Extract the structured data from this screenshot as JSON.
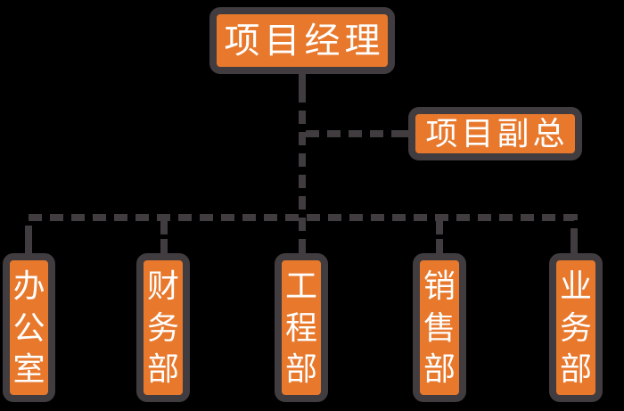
{
  "org_chart": {
    "type": "org-chart",
    "root": {
      "label": "项目经理"
    },
    "staff": {
      "label": "项目副总"
    },
    "departments": [
      {
        "label": "办公室"
      },
      {
        "label": "财务部"
      },
      {
        "label": "工程部"
      },
      {
        "label": "销售部"
      },
      {
        "label": "业务部"
      }
    ]
  },
  "colors": {
    "background": "#000000",
    "node_fill": "#E7782C",
    "node_border": "#403C3F",
    "connector": "#403C3F",
    "text": "#FFFFFF"
  }
}
